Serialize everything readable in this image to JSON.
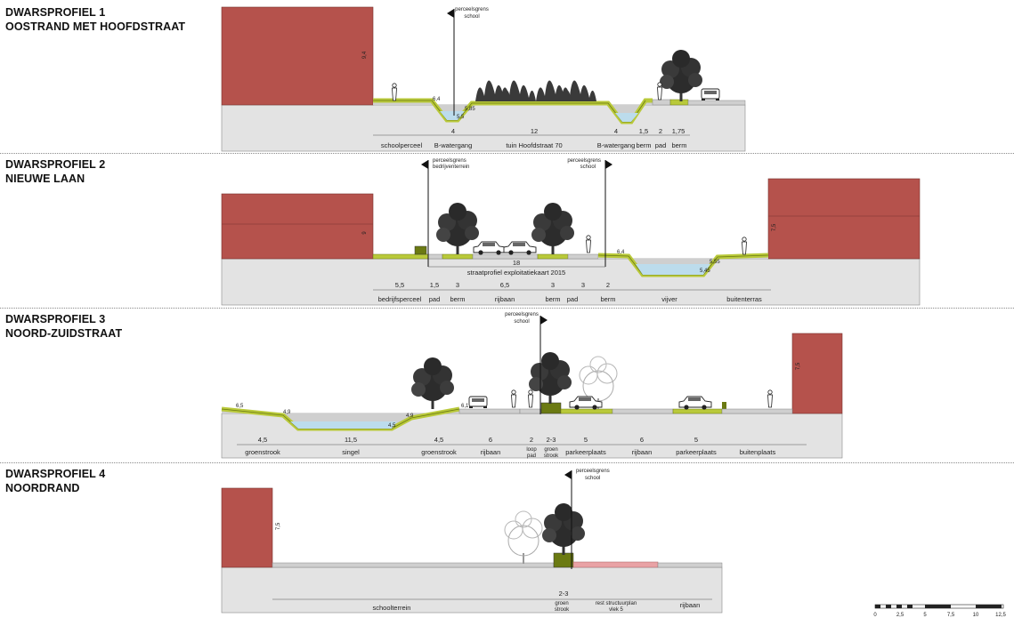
{
  "profiles": [
    {
      "title_1": "DWARSPROFIEL 1",
      "title_2": "OOSTRAND MET HOOFDSTRAAT",
      "building_height": "9,4",
      "flag": [
        "perceelsgrens",
        "school"
      ],
      "levels": [
        "6,4",
        "5,85",
        "5,5"
      ],
      "dims": [
        "4",
        "12",
        "4",
        "1,5",
        "2",
        "1,75"
      ],
      "labels": [
        "schoolperceel",
        "B-watergang",
        "tuin Hoofdstraat 70",
        "B-watergang",
        "berm",
        "pad",
        "berm"
      ]
    },
    {
      "title_1": "DWARSPROFIEL 2",
      "title_2": "NIEUWE LAAN",
      "building_height_left": "9",
      "building_height_right": "7,5",
      "flag_left": [
        "perceelsgrens",
        "bedrijventerrein"
      ],
      "flag_right": [
        "perceelsgrens",
        "school"
      ],
      "levels": [
        "6,4",
        "5,45",
        "5,55"
      ],
      "span_dim": "18",
      "span_label": "straatprofiel exploitatiekaart 2015",
      "dims": [
        "5,5",
        "1,5",
        "3",
        "6,5",
        "3",
        "3",
        "2"
      ],
      "labels": [
        "bedrijfsperceel",
        "pad",
        "berm",
        "rijbaan",
        "berm",
        "pad",
        "berm",
        "vijver",
        "buitenterras"
      ]
    },
    {
      "title_1": "DWARSPROFIEL 3",
      "title_2": "NOORD-ZUIDSTRAAT",
      "building_height": "7,5",
      "flag": [
        "perceelsgrens",
        "school"
      ],
      "levels": [
        "6,5",
        "4,9",
        "4,5",
        "4,9",
        "6,1"
      ],
      "dims": [
        "4,5",
        "11,5",
        "4,5",
        "6",
        "2",
        "2-3",
        "5",
        "6",
        "5"
      ],
      "labels": [
        "groenstrook",
        "singel",
        "groenstrook",
        "rijbaan",
        "loop",
        "pad",
        "groen",
        "strook",
        "parkeerplaats",
        "rijbaan",
        "parkeerplaats",
        "buitenplaats"
      ]
    },
    {
      "title_1": "DWARSPROFIEL 4",
      "title_2": "NOORDRAND",
      "building_height": "7,5",
      "flag": [
        "perceelsgrens",
        "school"
      ],
      "dims": [
        "2-3"
      ],
      "labels": [
        "schoolterrein",
        "groen",
        "strook",
        "rest structuurplan",
        "vlek 5",
        "rijbaan"
      ]
    }
  ],
  "scale": [
    "0",
    "2,5",
    "5",
    "7,5",
    "10",
    "12,5"
  ],
  "colors": {
    "building": "#b5524c",
    "ground": "#e3e3e3",
    "green": "#b9c93a",
    "green_dark": "#6b7a12",
    "water": "#bcdcec",
    "pavement": "#cfcfcf",
    "pink": "#e9a2a5"
  }
}
